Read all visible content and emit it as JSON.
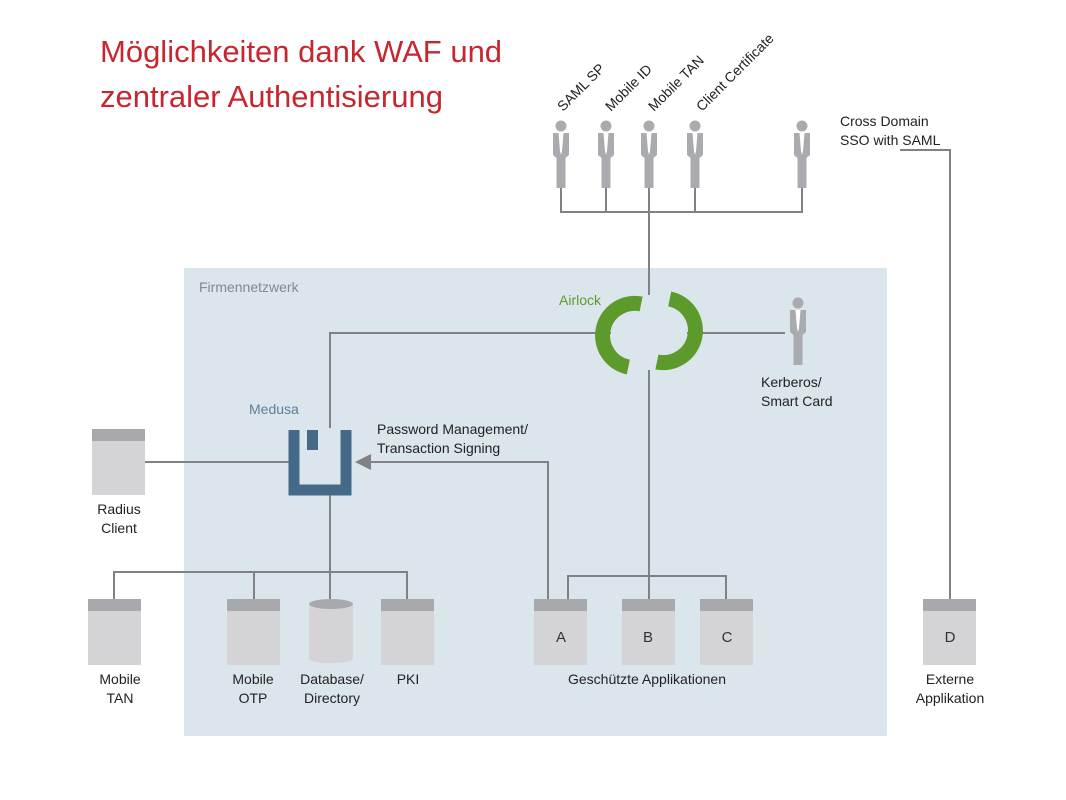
{
  "title": {
    "line1": "Möglichkeiten dank WAF und",
    "line2": "zentraler Authentisierung"
  },
  "zone_label": "Firmennetzwerk",
  "airlock_label": "Airlock",
  "medusa_label": "Medusa",
  "users_top": [
    "SAML SP",
    "Mobile ID",
    "Mobile TAN",
    "Client Certificate"
  ],
  "cross_domain": {
    "line1": "Cross Domain",
    "line2": "SSO with SAML"
  },
  "kerberos": {
    "line1": "Kerberos/",
    "line2": "Smart Card"
  },
  "password_mgmt": {
    "line1": "Password Management/",
    "line2": "Transaction Signing"
  },
  "radius": {
    "line1": "Radius",
    "line2": "Client"
  },
  "mobile_tan": {
    "line1": "Mobile",
    "line2": "TAN"
  },
  "mobile_otp": {
    "line1": "Mobile",
    "line2": "OTP"
  },
  "database": {
    "line1": "Database/",
    "line2": "Directory"
  },
  "pki": "PKI",
  "apps": [
    "A",
    "B",
    "C"
  ],
  "apps_label": "Geschützte Applikationen",
  "external_app": {
    "letter": "D",
    "line1": "Externe",
    "line2": "Applikation"
  },
  "colors": {
    "title": "#c8262e",
    "zone_bg": "#dbe5ec",
    "airlock": "#5d9a2c",
    "medusa": "#456a87",
    "server": "#d4d4d6",
    "server_cap": "#a7a9ac",
    "person": "#a9abae"
  }
}
